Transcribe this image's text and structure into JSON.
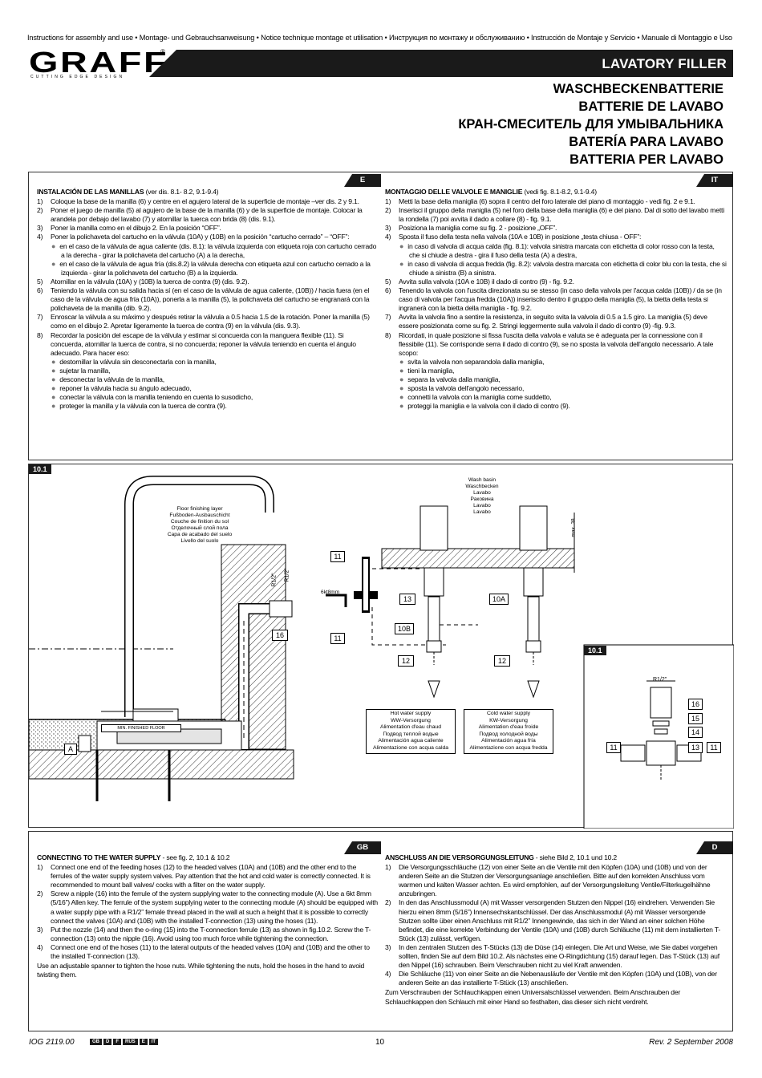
{
  "header": {
    "languages_line": "Instructions for assembly and use • Montage- und Gebrauchsanweisung • Notice technique montage et utilisation • Инструкция по монтажу и обслуживанию • Instrucción de Montaje y Servicio • Manuale di Montaggio e Uso",
    "brand": "GRAFF",
    "brand_mark": "®",
    "tagline": "CUTTING EDGE DESIGN",
    "title": "LAVATORY FILLER",
    "subtitles": [
      "WASCHBECKENBATTERIE",
      "BATTERIE DE LAVABO",
      "КРАН-СМЕСИТЕЛЬ ДЛЯ УМЫВАЛЬНИКА",
      "BATERÍA PARA LAVABO",
      "BATTERIA PER LAVABO"
    ]
  },
  "sec1": {
    "tag_e": "E",
    "tag_it": "IT",
    "e": {
      "title": "INSTALACIÓN DE LAS MANILLAS",
      "title_ref": " (ver dis. 8.1- 8.2, 9.1-9.4)",
      "items": [
        {
          "n": "1)",
          "t": "Coloque la base de la manilla (6) y centre en el agujero lateral de la superficie de montaje –ver dis. 2 y 9.1."
        },
        {
          "n": "2)",
          "t": "Poner el juego de manilla (5) al agujero de la base de la manilla (6) y de la superficie de montaje. Colocar la arandela por debajo del lavabo (7) y atornillar la tuerca con brida (8) (dis. 9.1)."
        },
        {
          "n": "3)",
          "t": "Poner la manilla como en el dibujo 2. En la posición “OFF”."
        },
        {
          "n": "4)",
          "t": "Poner la polichaveta del cartucho en la válvula (10A) y (10B) en la posición “cartucho cerrado” – “OFF”:"
        },
        {
          "b": true,
          "t": "en el caso de la válvula de agua caliente (dis. 8.1): la válvula izquierda con etiqueta roja con cartucho cerrado a la derecha - girar la polichaveta del cartucho (A) a la derecha,"
        },
        {
          "b": true,
          "t": "en el caso de la válvula de agua fría (dis.8.2) la válvula derecha con etiqueta azul con cartucho cerrado a la izquierda - girar la polichaveta del cartucho (B) a la izquierda."
        },
        {
          "n": "5)",
          "t": "Atornillar en la válvula (10A) y (10B) la tuerca de contra (9) (dis. 9.2)."
        },
        {
          "n": "6)",
          "t": "Teniendo la válvula con su salida hacia sí (en el caso de la válvula de agua caliente, (10B)) / hacia fuera (en el caso de la válvula de agua fría (10A)), ponerla a la manilla (5), la polichaveta del cartucho se engranará con la polichaveta de la manilla (dib. 9.2)."
        },
        {
          "n": "7)",
          "t": "Enroscar la válvula a su máximo y después retirar la válvula a 0.5 hacia 1.5 de la rotación. Poner la manilla (5) como en el dibujo 2. Apretar ligeramente la tuerca de contra (9) en la válvula (dis. 9.3)."
        },
        {
          "n": "8)",
          "t": "Recordar la posición del escape de la válvula y estimar si concuerda con la manguera flexible (11). Si concuerda, atornillar la tuerca de contra, si no concuerda; reponer la válvula teniendo en cuenta el ángulo adecuado. Para hacer eso:"
        },
        {
          "b": true,
          "t": "destornillar la válvula sin desconectarla con la manilla,"
        },
        {
          "b": true,
          "t": "sujetar la manilla,"
        },
        {
          "b": true,
          "t": "desconectar la válvula de la manilla,"
        },
        {
          "b": true,
          "t": "reponer la válvula hacia su ángulo adecuado,"
        },
        {
          "b": true,
          "t": "conectar la válvula con la manilla teniendo en cuenta lo susodicho,"
        },
        {
          "b": true,
          "t": "proteger la manilla y la válvula con la tuerca de contra (9)."
        }
      ]
    },
    "it": {
      "title": "MONTAGGIO DELLE VALVOLE E MANIGLIE",
      "title_ref": " (vedi fig. 8.1-8.2, 9.1-9.4)",
      "items": [
        {
          "n": "1)",
          "t": "Metti la base della maniglia (6) sopra il centro del foro laterale del piano di montaggio - vedi fig. 2 e 9.1."
        },
        {
          "n": "2)",
          "t": "Inserisci il gruppo della maniglia (5) nel foro della base della maniglia (6) e del piano. Dal di sotto del lavabo metti la rondella (7) poi avvita il dado a collare (8) - fig. 9.1."
        },
        {
          "n": "3)",
          "t": "Posiziona la maniglia come su fig. 2 - posizione „OFF”."
        },
        {
          "n": "4)",
          "t": "Sposta il fuso della testa nella valvola (10A e 10B) in posizione „testa chiusa - OFF”:"
        },
        {
          "b": true,
          "t": "in caso di valvola di acqua calda (fig. 8.1): valvola sinistra marcata con etichetta di color rosso con la testa, che si chiude a destra - gira il fuso della testa (A) a destra,"
        },
        {
          "b": true,
          "t": "in caso di valvola di acqua fredda (fig. 8.2): valvola destra marcata con etichetta di color blu con la testa, che si chiude a sinistra (B) a sinistra."
        },
        {
          "n": "5)",
          "t": "Avvita sulla valvola (10A e 10B) il dado di contro (9) - fig. 9.2."
        },
        {
          "n": "6)",
          "t": "Tenendo la valvola con l'uscita direzionata su se stesso (in caso della valvola per l'acqua calda (10B)) / da se (in caso di valvola per l'acqua fredda (10A)) inseriscilo dentro il gruppo della maniglia (5), la biettа della testa si ingranerà con la bietta della maniglia - fig. 9.2."
        },
        {
          "n": "7)",
          "t": "Avvita la valvola fino a sentire la resistenza, in seguito svita la valvola di 0.5 a 1.5 giro. La maniglia (5) deve essere posizionata come su fig. 2. Stringi leggermente sulla valvola il dado di contro (9) -fig. 9.3."
        },
        {
          "n": "8)",
          "t": "Ricordati, in quale posizione si fissa l'uscita della valvola e valuta se è adeguata per la connessione con il flessibile (11). Se corrisponde serra il dado di contro (9), se no sposta la valvola dell'angolo necessario. A tale scopo:"
        },
        {
          "b": true,
          "t": "svita la valvola non separandola dalla maniglia,"
        },
        {
          "b": true,
          "t": "tieni la maniglia,"
        },
        {
          "b": true,
          "t": "separa la valvola dalla maniglia,"
        },
        {
          "b": true,
          "t": "sposta la valvola dell'angolo necessario,"
        },
        {
          "b": true,
          "t": "connetti la valvola con la maniglia come suddetto,"
        },
        {
          "b": true,
          "t": "proteggi la maniglia e la valvola con il dado di contro (9)."
        }
      ]
    }
  },
  "figure": {
    "label": "10.1",
    "label2": "10.1",
    "floor_label": [
      "Floor finishing layer",
      "Fußboden-Ausbauschicht",
      "Couche de finition du sol",
      "Отделочный слой пола",
      "Capa de acabado del suelo",
      "Livello del suolo"
    ],
    "basin_label": [
      "Wash basin",
      "Waschbecken",
      "Lavabo",
      "Раковина",
      "Lavabo",
      "Lavabo"
    ],
    "hot_label": [
      "Hot water supply",
      "WW-Versorgung",
      "Alimentation d'eau chaud",
      "Подвод теплой водые",
      "Alimentación agua caliente",
      "Alimentazione con acqua calda"
    ],
    "cold_label": [
      "Cold water supply",
      "KW-Versorgung",
      "Alimentation d'eau froide",
      "Подвод холодной воды",
      "Alimentación agua fría",
      "Alimentazione con acqua fredda"
    ],
    "min_floor": "MIN. FINISHED FLOOR",
    "r12": "R1/2\"",
    "r12b": "R1/2\"",
    "r12c": "R1/2\"",
    "allen": "6kt8mm",
    "max38": "max. 38",
    "a": "A",
    "n11a": "11",
    "n11b": "11",
    "n13": "13",
    "n16": "16",
    "n10b": "10B",
    "n10a": "10A",
    "n12a": "12",
    "n12b": "12",
    "d16": "16",
    "d15": "15",
    "d14": "14",
    "d11a": "11",
    "d13": "13",
    "d11b": "11"
  },
  "sec2": {
    "tag_gb": "GB",
    "tag_d": "D",
    "gb": {
      "title": "CONNECTING TO THE WATER SUPPLY",
      "title_ref": " - see fig. 2, 10.1 & 10.2",
      "items": [
        {
          "n": "1)",
          "t": "Connect one end of the feeding hoses (12) to the headed valves (10A) and (10B) and the other end to the ferrules of the water supply system valves. Pay attention that the hot and cold water is correctly connected. It is recommended to mount ball valves/ cocks with a filter on the water supply."
        },
        {
          "n": "2)",
          "t": "Screw a nipple (16) into the ferrule of the system supplying water to the connecting module (A). Use a 6kt 8mm (5/16”) Allen key. The ferrule of the system supplying water to the connecting module (A) should be equipped with a water supply pipe with a R1/2” female thread placed in the wall at such a height that it is possible to correctly connect the valves (10A) and (10B) with the installed T-connection (13) using the hoses (11)."
        },
        {
          "n": "3)",
          "t": "Put the nozzle (14) and then the o-ring (15) into the T-connection ferrule (13) as shown in fig.10.2. Screw the T-connection (13) onto the nipple (16). Avoid using too much force while tightening the connection."
        },
        {
          "n": "4)",
          "t": "Connect one end of the hoses (11) to the lateral outputs of the headed valves (10A) and (10B) and the other to the installed T-connection (13)."
        }
      ],
      "note": "Use an adjustable spanner to tighten the hose nuts. While tightening the nuts, hold the hoses in the hand to avoid twisting them."
    },
    "d": {
      "title": "ANSCHLUSS AN DIE VERSORGUNGSLEITUNG",
      "title_ref": " - siehe Bild 2, 10.1 und 10.2",
      "items": [
        {
          "n": "1)",
          "t": "Die Versorgungsschläuche (12) von einer Seite an die Ventile mit den Köpfen (10A) und (10B) und von der anderen Seite an die Stutzen der Versorgungsanlage anschließen. Bitte auf den korrekten Anschluss vom warmen und kalten Wasser achten. Es wird empfohlen, auf der Versorgungsleitung Ventile/Filterkugelhähne anzubringen."
        },
        {
          "n": "2)",
          "t": "In den das Anschlussmodul (A) mit Wasser versorgenden Stutzen den Nippel (16) eindrehen. Verwenden Sie hierzu einen 8mm (5/16”) Innensechskantschlüssel. Der das Anschlussmodul (A) mit Wasser versorgende Stutzen sollte über einen Anschluss mit R1/2” Innengewinde, das sich in der Wand an einer solchen Höhe befindet, die eine korrekte Verbindung der Ventile (10A) und (10B) durch Schläuche (11) mit dem installierten T-Stück (13) zulässt, verfügen."
        },
        {
          "n": "3)",
          "t": "In den zentralen Stutzen des T-Stücks (13) die Düse (14) einlegen. Die Art und Weise, wie Sie dabei vorgehen sollten, finden Sie auf dem Bild 10.2. Als nächstes eine O-Ringdichtung (15) darauf legen. Das T-Stück (13) auf den Nippel (16) schrauben. Beim Verschrauben nicht zu viel Kraft anwenden."
        },
        {
          "n": "4)",
          "t": "Die Schläuche (11) von einer Seite an die Nebenausläufe der Ventile mit den Köpfen (10A) und (10B), von der anderen Seite an das installierte T-Stück (13) anschließen."
        }
      ],
      "note": "Zum Verschrauben der Schlauchkappen einen Universalschlüssel verwenden. Beim Anschrauben der Schlauchkappen den Schlauch mit einer Hand so festhalten, das dieser sich nicht verdreht."
    }
  },
  "footer": {
    "doc": "IOG 2119.00",
    "langs": [
      "GB",
      "D",
      "F",
      "RUS",
      "E",
      "IT"
    ],
    "page": "10",
    "rev": "Rev. 2 September 2008"
  }
}
